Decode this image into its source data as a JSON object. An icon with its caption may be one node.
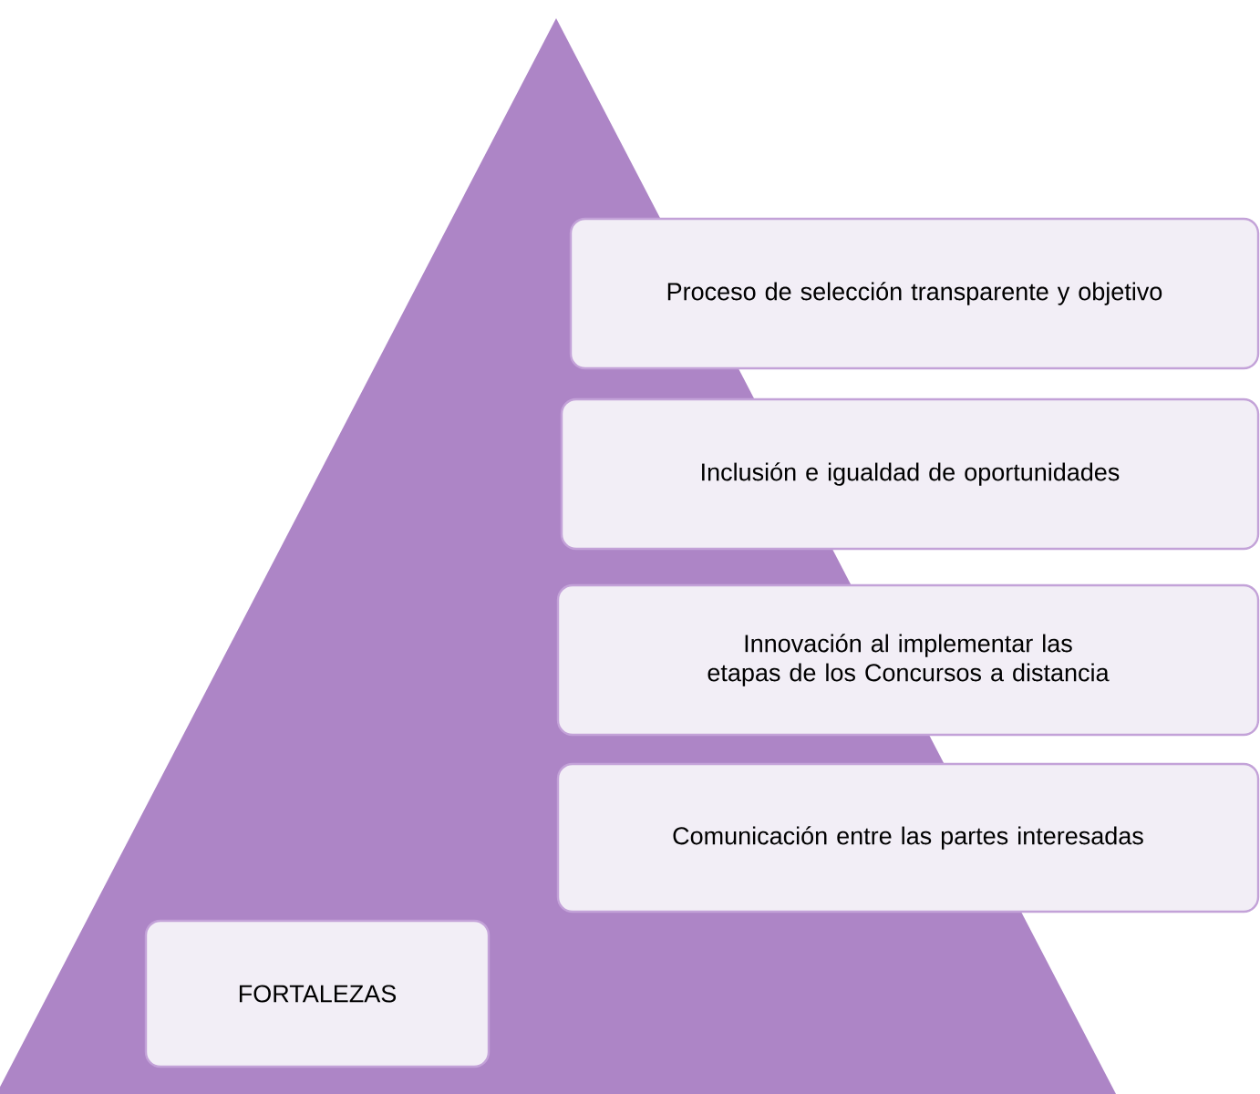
{
  "diagram": {
    "nodes": [
      {
        "text": [
          "Proceso de selección transparente y objetivo"
        ]
      },
      {
        "text": [
          "Inclusión e igualdad de oportunidades"
        ]
      },
      {
        "text": [
          "Innovación al implementar las etapas de los Concursos a distancia"
        ]
      },
      {
        "text": [
          "Comunicación entre las partes interesadas"
        ]
      },
      {
        "text": [
          "FORTALEZAS"
        ]
      }
    ]
  }
}
